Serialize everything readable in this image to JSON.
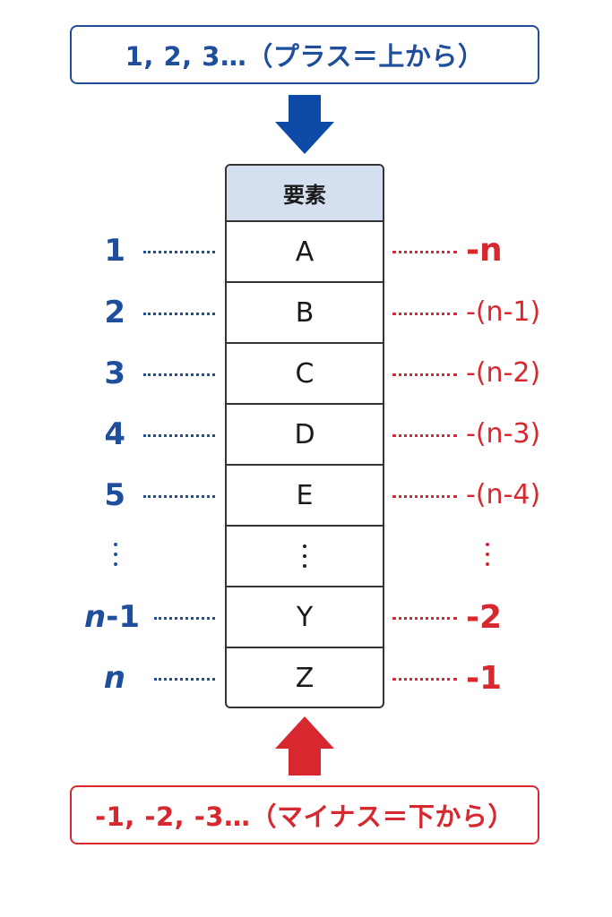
{
  "top_caption": "1, 2, 3…（プラス＝上から）",
  "bottom_caption": "-1, -2, -3…（マイナス＝下から）",
  "table_header": "要素",
  "rows": [
    {
      "left": "1",
      "element": "A",
      "right": "-n"
    },
    {
      "left": "2",
      "element": "B",
      "right": "-(n-1)"
    },
    {
      "left": "3",
      "element": "C",
      "right": "-(n-2)"
    },
    {
      "left": "4",
      "element": "D",
      "right": "-(n-3)"
    },
    {
      "left": "5",
      "element": "E",
      "right": "-(n-4)"
    },
    {
      "left": "⋮",
      "element": "⋮",
      "right": "⋮"
    },
    {
      "left_var": "n",
      "left_suffix": "-1",
      "element": "Y",
      "right": "-2"
    },
    {
      "left_var": "n",
      "element": "Z",
      "right": "-1"
    }
  ],
  "colors": {
    "positive": "#1f4f9c",
    "negative": "#d7282f",
    "header_fill": "#d4e0f0",
    "border": "#333333"
  },
  "icons": {
    "top_arrow": "down-arrow-icon",
    "bottom_arrow": "up-arrow-icon"
  }
}
